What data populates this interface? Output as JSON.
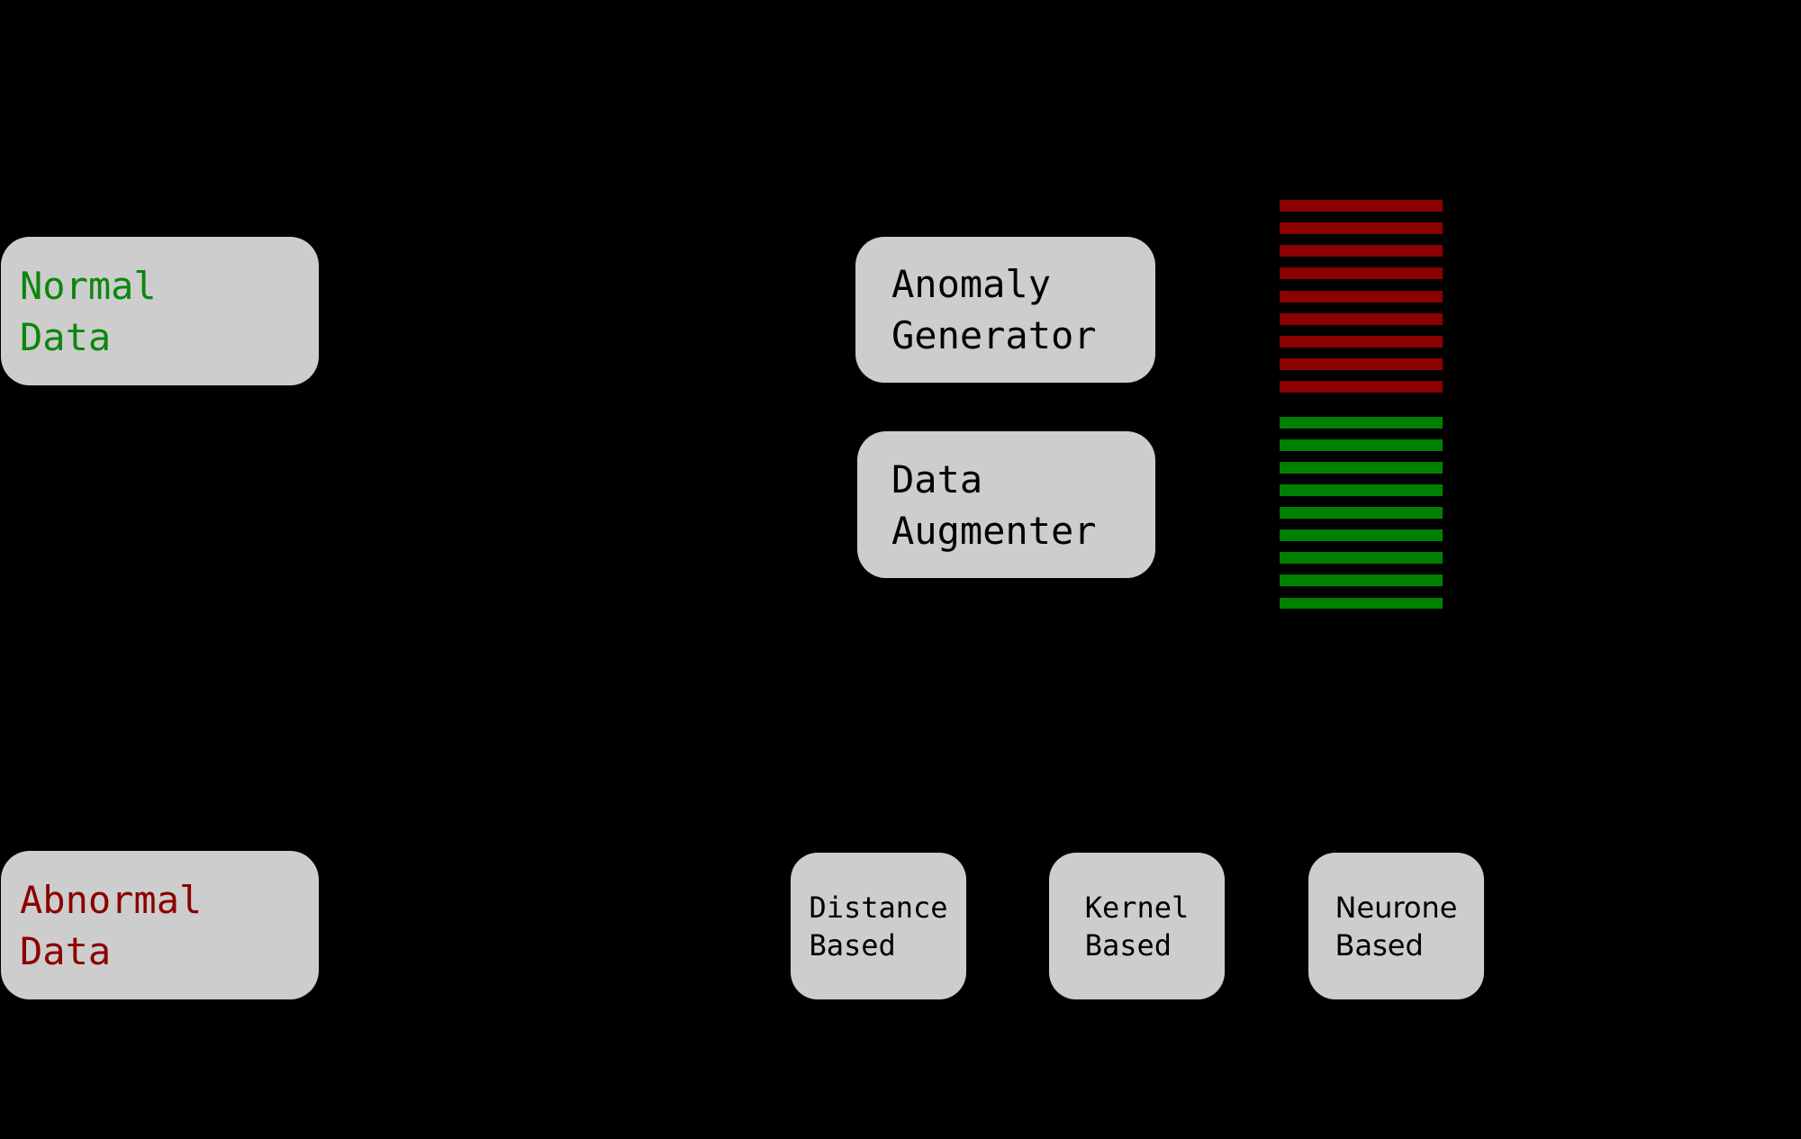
{
  "figure": {
    "description": "Anomaly detection data-flow diagram on black background"
  },
  "colors": {
    "background": "#000000",
    "box_fill": "#cdcdcd",
    "normal_green": "#0b870b",
    "abnormal_red": "#8b0000",
    "stripe_red": "#8b0000",
    "stripe_green": "#008000",
    "text_black": "#000000"
  },
  "boxes": {
    "normal_data": {
      "line1": "Normal",
      "line2": "Data"
    },
    "abnormal_data": {
      "line1": "Abnormal",
      "line2": "Data"
    },
    "anomaly_generator": {
      "line1": "Anomaly",
      "line2": "Generator"
    },
    "data_augmenter": {
      "line1": "Data",
      "line2": "Augmenter"
    },
    "distance_based": {
      "line1": "Distance",
      "line2": "Based"
    },
    "kernel_based": {
      "line1": "Kernel",
      "line2": "Based"
    },
    "neurone_based": {
      "line1": "Neurone",
      "line2": "Based"
    }
  },
  "stripes": {
    "red_count": 9,
    "green_count": 9
  }
}
